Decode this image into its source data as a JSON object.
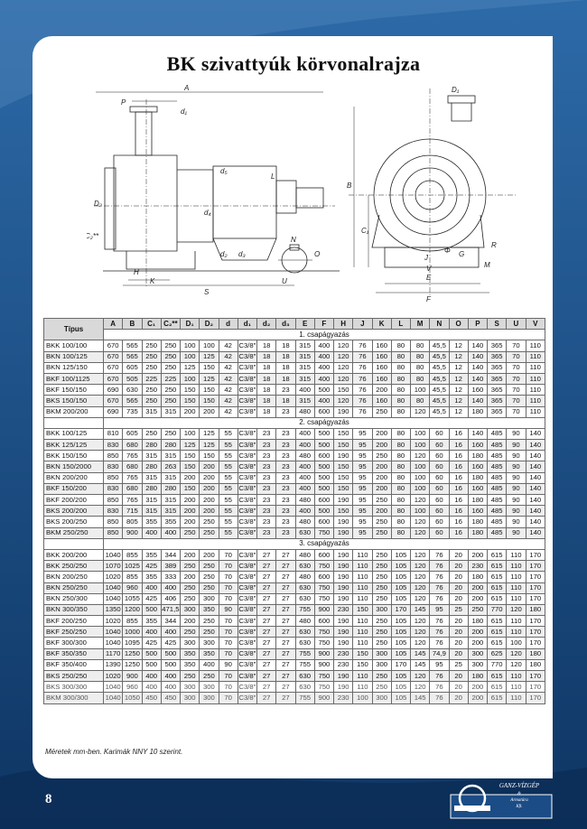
{
  "page": {
    "title": "BK szivattyúk körvonalrajza",
    "footnote": "Méretek mm-ben. Karimák NNY 10 szerint.",
    "page_number": "8",
    "logo": {
      "line1": "GANZ-VÍZGÉP",
      "line2": "&",
      "line3": "Armatúra",
      "line4": "Kft."
    },
    "colors": {
      "background": "#1d4f86",
      "sheet": "#ffffff",
      "header": "#d9d9d9"
    }
  },
  "drawing_labels": {
    "A": "A",
    "P": "P",
    "d1": "d₁",
    "L": "L",
    "d5": "d₅",
    "D2": "D₂",
    "C2": "C₂**",
    "d2": "d₂",
    "d3": "d₃",
    "d4": "d₄",
    "H": "H",
    "K": "K",
    "S": "S",
    "N": "N",
    "U": "U",
    "O": "O",
    "D1": "D₁",
    "B": "B",
    "C1": "C₁",
    "R": "R",
    "M": "M",
    "V": "V",
    "E": "E",
    "F": "F",
    "J": "J",
    "G": "G",
    "phi": "Φ"
  },
  "table": {
    "type_header": "Típus",
    "columns": [
      "A",
      "B",
      "C₁",
      "C₂**",
      "D₁",
      "D₂",
      "d",
      "d₁",
      "d₂",
      "d₃",
      "E",
      "F",
      "H",
      "J",
      "K",
      "L",
      "M",
      "N",
      "O",
      "P",
      "S",
      "U",
      "V"
    ],
    "sections": [
      {
        "label": "1. csapágyazás",
        "rows": [
          [
            "BKK 100/100",
            "670",
            "565",
            "250",
            "250",
            "100",
            "100",
            "42",
            "C3/8\"",
            "18",
            "18",
            "315",
            "400",
            "120",
            "76",
            "160",
            "80",
            "80",
            "45,5",
            "12",
            "140",
            "365",
            "70",
            "110"
          ],
          [
            "BKN 100/125",
            "670",
            "565",
            "250",
            "250",
            "100",
            "125",
            "42",
            "C3/8\"",
            "18",
            "18",
            "315",
            "400",
            "120",
            "76",
            "160",
            "80",
            "80",
            "45,5",
            "12",
            "140",
            "365",
            "70",
            "110"
          ],
          [
            "BKN 125/150",
            "670",
            "605",
            "250",
            "250",
            "125",
            "150",
            "42",
            "C3/8\"",
            "18",
            "18",
            "315",
            "400",
            "120",
            "76",
            "160",
            "80",
            "80",
            "45,5",
            "12",
            "140",
            "365",
            "70",
            "110"
          ],
          [
            "BKF 100/1125",
            "670",
            "505",
            "225",
            "225",
            "100",
            "125",
            "42",
            "C3/8\"",
            "18",
            "18",
            "315",
            "400",
            "120",
            "76",
            "160",
            "80",
            "80",
            "45,5",
            "12",
            "140",
            "365",
            "70",
            "110"
          ],
          [
            "BKF 150/150",
            "690",
            "630",
            "250",
            "250",
            "150",
            "150",
            "42",
            "C3/8\"",
            "18",
            "23",
            "400",
            "500",
            "150",
            "76",
            "200",
            "80",
            "100",
            "45,5",
            "12",
            "160",
            "365",
            "70",
            "110"
          ],
          [
            "BKS 150/150",
            "670",
            "565",
            "250",
            "250",
            "150",
            "150",
            "42",
            "C3/8\"",
            "18",
            "18",
            "315",
            "400",
            "120",
            "76",
            "160",
            "80",
            "80",
            "45,5",
            "12",
            "140",
            "365",
            "70",
            "110"
          ],
          [
            "BKM 200/200",
            "690",
            "735",
            "315",
            "315",
            "200",
            "200",
            "42",
            "C3/8\"",
            "18",
            "23",
            "480",
            "600",
            "190",
            "76",
            "250",
            "80",
            "120",
            "45,5",
            "12",
            "180",
            "365",
            "70",
            "110"
          ]
        ]
      },
      {
        "label": "2. csapágyazás",
        "rows": [
          [
            "BKK 100/125",
            "810",
            "605",
            "250",
            "250",
            "100",
            "125",
            "55",
            "C3/8\"",
            "23",
            "23",
            "400",
            "500",
            "150",
            "95",
            "200",
            "80",
            "100",
            "60",
            "16",
            "140",
            "485",
            "90",
            "140"
          ],
          [
            "BKK 125/125",
            "830",
            "680",
            "280",
            "280",
            "125",
            "125",
            "55",
            "C3/8\"",
            "23",
            "23",
            "400",
            "500",
            "150",
            "95",
            "200",
            "80",
            "100",
            "60",
            "16",
            "160",
            "485",
            "90",
            "140"
          ],
          [
            "BKK 150/150",
            "850",
            "765",
            "315",
            "315",
            "150",
            "150",
            "55",
            "C3/8\"",
            "23",
            "23",
            "480",
            "600",
            "190",
            "95",
            "250",
            "80",
            "120",
            "60",
            "16",
            "180",
            "485",
            "90",
            "140"
          ],
          [
            "BKN 150/2000",
            "830",
            "680",
            "280",
            "263",
            "150",
            "200",
            "55",
            "C3/8\"",
            "23",
            "23",
            "400",
            "500",
            "150",
            "95",
            "200",
            "80",
            "100",
            "60",
            "16",
            "160",
            "485",
            "90",
            "140"
          ],
          [
            "BKN 200/200",
            "850",
            "765",
            "315",
            "315",
            "200",
            "200",
            "55",
            "C3/8\"",
            "23",
            "23",
            "400",
            "500",
            "150",
            "95",
            "200",
            "80",
            "100",
            "60",
            "16",
            "180",
            "485",
            "90",
            "140"
          ],
          [
            "BKF 150/200",
            "830",
            "680",
            "280",
            "280",
            "150",
            "200",
            "55",
            "C3/8\"",
            "23",
            "23",
            "400",
            "500",
            "150",
            "95",
            "200",
            "80",
            "100",
            "60",
            "16",
            "160",
            "485",
            "90",
            "140"
          ],
          [
            "BKF 200/200",
            "850",
            "765",
            "315",
            "315",
            "200",
            "200",
            "55",
            "C3/8\"",
            "23",
            "23",
            "480",
            "600",
            "190",
            "95",
            "250",
            "80",
            "120",
            "60",
            "16",
            "180",
            "485",
            "90",
            "140"
          ],
          [
            "BKS 200/200",
            "830",
            "715",
            "315",
            "315",
            "200",
            "200",
            "55",
            "C3/8\"",
            "23",
            "23",
            "400",
            "500",
            "150",
            "95",
            "200",
            "80",
            "100",
            "60",
            "16",
            "160",
            "485",
            "90",
            "140"
          ],
          [
            "BKS 200/250",
            "850",
            "805",
            "355",
            "355",
            "200",
            "250",
            "55",
            "C3/8\"",
            "23",
            "23",
            "480",
            "600",
            "190",
            "95",
            "250",
            "80",
            "120",
            "60",
            "16",
            "180",
            "485",
            "90",
            "140"
          ],
          [
            "BKM 250/250",
            "850",
            "900",
            "400",
            "400",
            "250",
            "250",
            "55",
            "C3/8\"",
            "23",
            "23",
            "630",
            "750",
            "190",
            "95",
            "250",
            "80",
            "120",
            "60",
            "16",
            "180",
            "485",
            "90",
            "140"
          ]
        ]
      },
      {
        "label": "3. csapágyazás",
        "rows": [
          [
            "BKK 200/200",
            "1040",
            "855",
            "355",
            "344",
            "200",
            "200",
            "70",
            "C3/8\"",
            "27",
            "27",
            "480",
            "600",
            "190",
            "110",
            "250",
            "105",
            "120",
            "76",
            "20",
            "200",
            "615",
            "110",
            "170"
          ],
          [
            "BKK 250/250",
            "1070",
            "1025",
            "425",
            "389",
            "250",
            "250",
            "70",
            "C3/8\"",
            "27",
            "27",
            "630",
            "750",
            "190",
            "110",
            "250",
            "105",
            "120",
            "76",
            "20",
            "230",
            "615",
            "110",
            "170"
          ],
          [
            "BKN 200/250",
            "1020",
            "855",
            "355",
            "333",
            "200",
            "250",
            "70",
            "C3/8\"",
            "27",
            "27",
            "480",
            "600",
            "190",
            "110",
            "250",
            "105",
            "120",
            "76",
            "20",
            "180",
            "615",
            "110",
            "170"
          ],
          [
            "BKN 250/250",
            "1040",
            "960",
            "400",
            "400",
            "250",
            "250",
            "70",
            "C3/8\"",
            "27",
            "27",
            "630",
            "750",
            "190",
            "110",
            "250",
            "105",
            "120",
            "76",
            "20",
            "200",
            "615",
            "110",
            "170"
          ],
          [
            "BKN 250/300",
            "1040",
            "1055",
            "425",
            "406",
            "250",
            "300",
            "70",
            "C3/8\"",
            "27",
            "27",
            "630",
            "750",
            "190",
            "110",
            "250",
            "105",
            "120",
            "76",
            "20",
            "200",
            "615",
            "110",
            "170"
          ],
          [
            "BKN 300/350",
            "1350",
            "1200",
            "500",
            "471,5",
            "300",
            "350",
            "90",
            "C3/8\"",
            "27",
            "27",
            "755",
            "900",
            "230",
            "150",
            "300",
            "170",
            "145",
            "95",
            "25",
            "250",
            "770",
            "120",
            "180"
          ],
          [
            "BKF 200/250",
            "1020",
            "855",
            "355",
            "344",
            "200",
            "250",
            "70",
            "C3/8\"",
            "27",
            "27",
            "480",
            "600",
            "190",
            "110",
            "250",
            "105",
            "120",
            "76",
            "20",
            "180",
            "615",
            "110",
            "170"
          ],
          [
            "BKF 250/250",
            "1040",
            "1000",
            "400",
            "400",
            "250",
            "250",
            "70",
            "C3/8\"",
            "27",
            "27",
            "630",
            "750",
            "190",
            "110",
            "250",
            "105",
            "120",
            "76",
            "20",
            "200",
            "615",
            "110",
            "170"
          ],
          [
            "BKF 300/300",
            "1040",
            "1095",
            "425",
            "425",
            "300",
            "300",
            "70",
            "C3/8\"",
            "27",
            "27",
            "630",
            "750",
            "190",
            "110",
            "250",
            "105",
            "120",
            "76",
            "20",
            "200",
            "615",
            "100",
            "170"
          ],
          [
            "BKF 350/350",
            "1170",
            "1250",
            "500",
            "500",
            "350",
            "350",
            "70",
            "C3/8\"",
            "27",
            "27",
            "755",
            "900",
            "230",
            "150",
            "300",
            "105",
            "145",
            "74,9",
            "20",
            "300",
            "625",
            "120",
            "180"
          ],
          [
            "BKF 350/400",
            "1390",
            "1250",
            "500",
            "500",
            "350",
            "400",
            "90",
            "C3/8\"",
            "27",
            "27",
            "755",
            "900",
            "230",
            "150",
            "300",
            "170",
            "145",
            "95",
            "25",
            "300",
            "770",
            "120",
            "180"
          ],
          [
            "BKS 250/250",
            "1020",
            "900",
            "400",
            "400",
            "250",
            "250",
            "70",
            "C3/8\"",
            "27",
            "27",
            "630",
            "750",
            "190",
            "110",
            "250",
            "105",
            "120",
            "76",
            "20",
            "180",
            "615",
            "110",
            "170"
          ],
          [
            "BKS 300/300",
            "1040",
            "960",
            "400",
            "400",
            "300",
            "300",
            "70",
            "C3/8\"",
            "27",
            "27",
            "630",
            "750",
            "190",
            "110",
            "250",
            "105",
            "120",
            "76",
            "20",
            "200",
            "615",
            "110",
            "170"
          ],
          [
            "BKM 300/300",
            "1040",
            "1050",
            "450",
            "450",
            "300",
            "300",
            "70",
            "C3/8\"",
            "27",
            "27",
            "755",
            "900",
            "230",
            "100",
            "300",
            "105",
            "145",
            "76",
            "20",
            "200",
            "615",
            "110",
            "170"
          ]
        ]
      }
    ]
  }
}
